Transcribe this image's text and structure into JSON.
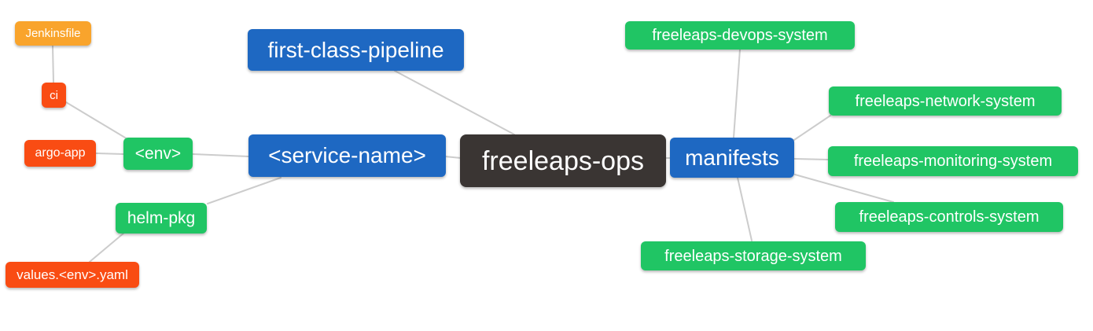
{
  "diagram": {
    "type": "mindmap",
    "root": "freeleaps-ops",
    "colors": {
      "blue": "#1e68c2",
      "green": "#20c564",
      "red": "#f94c13",
      "amber": "#f9a42c",
      "dark": "#3a3533",
      "edge": "#cccccc",
      "background": "#ffffff",
      "text": "#ffffff"
    },
    "nodes": {
      "jenkinsfile": {
        "label": "Jenkinsfile",
        "color_role": "amber"
      },
      "ci": {
        "label": "ci",
        "color_role": "red"
      },
      "argo_app": {
        "label": "argo-app",
        "color_role": "red"
      },
      "env": {
        "label": "<env>",
        "color_role": "green"
      },
      "helm_pkg": {
        "label": "helm-pkg",
        "color_role": "green"
      },
      "values_env_yaml": {
        "label": "values.<env>.yaml",
        "color_role": "red"
      },
      "first_class_pipeline": {
        "label": "first-class-pipeline",
        "color_role": "blue"
      },
      "service_name": {
        "label": "<service-name>",
        "color_role": "blue"
      },
      "freeleaps_ops": {
        "label": "freeleaps-ops",
        "color_role": "dark"
      },
      "manifests": {
        "label": "manifests",
        "color_role": "blue"
      },
      "devops_system": {
        "label": "freeleaps-devops-system",
        "color_role": "green"
      },
      "network_system": {
        "label": "freeleaps-network-system",
        "color_role": "green"
      },
      "monitoring_system": {
        "label": "freeleaps-monitoring-system",
        "color_role": "green"
      },
      "controls_system": {
        "label": "freeleaps-controls-system",
        "color_role": "green"
      },
      "storage_system": {
        "label": "freeleaps-storage-system",
        "color_role": "green"
      }
    },
    "edges": [
      [
        "jenkinsfile",
        "ci"
      ],
      [
        "ci",
        "env"
      ],
      [
        "argo_app",
        "env"
      ],
      [
        "env",
        "service_name"
      ],
      [
        "helm_pkg",
        "service_name"
      ],
      [
        "values_env_yaml",
        "helm_pkg"
      ],
      [
        "first_class_pipeline",
        "freeleaps_ops"
      ],
      [
        "service_name",
        "freeleaps_ops"
      ],
      [
        "freeleaps_ops",
        "manifests"
      ],
      [
        "manifests",
        "devops_system"
      ],
      [
        "manifests",
        "network_system"
      ],
      [
        "manifests",
        "monitoring_system"
      ],
      [
        "manifests",
        "controls_system"
      ],
      [
        "manifests",
        "storage_system"
      ]
    ]
  }
}
